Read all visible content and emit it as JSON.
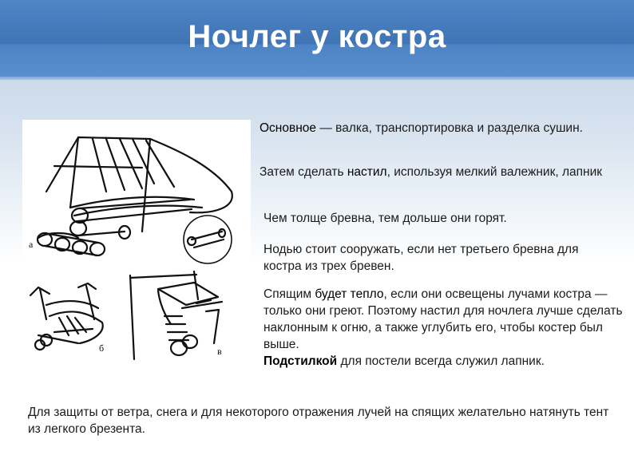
{
  "slide": {
    "title": "Ночлег у костра"
  },
  "paragraphs": {
    "p1": {
      "lead": "Основное",
      "rest": " — валка, транспортировка и разделка сушин."
    },
    "p2": {
      "pre": "Затем сделать ",
      "bold": "настил",
      "rest": ", используя мелкий валежник, лапник"
    },
    "p3": {
      "text": "Чем толще бревна, тем дольше они горят."
    },
    "p4": {
      "text": "Нодью стоит сооружать, если нет третьего бревна для костра из трех бревен."
    },
    "p5": {
      "pre": "Спящим ",
      "bold": "будет тепло",
      "mid": ", если они освещены лучами костра — только они греют. Поэтому настил для ночлега лучше сделать наклонным к огню, а также углубить его, чтобы костер был выше.",
      "bold2": "Подстилкой",
      "rest": " для постели всегда служил лапник."
    },
    "bottom": {
      "text": "Для защиты от ветра, снега и для некоторого отражения лучей на спящих желательно натянуть тент из легкого брезента."
    }
  },
  "illustration": {
    "labels": {
      "a": "а",
      "b": "б",
      "c": "в"
    }
  }
}
